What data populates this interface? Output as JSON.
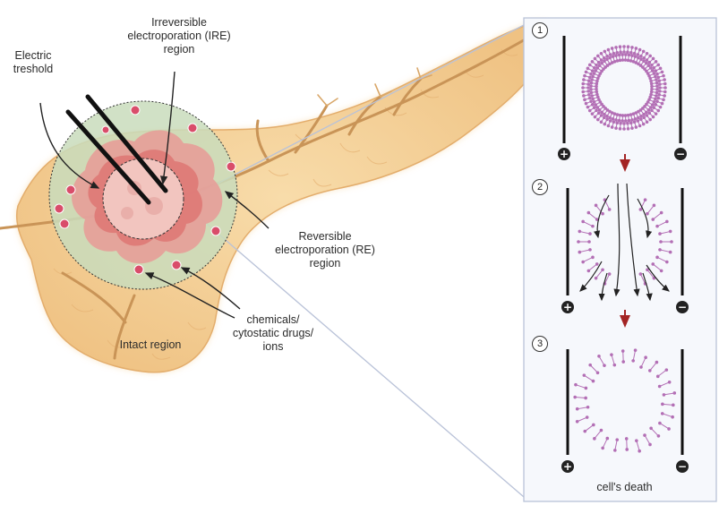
{
  "labels": {
    "electric_threshold": "Electric\ntreshold",
    "ire_region": "Irreversible\nelectroporation (IRE)\nregion",
    "re_region": "Reversible\nelectroporation (RE)\nregion",
    "chemicals": "chemicals/\ncytostatic drugs/\nions",
    "intact_region": "Intact region",
    "cell_death": "cell's death"
  },
  "steps": [
    "1",
    "2",
    "3"
  ],
  "electrodes": {
    "positive": "+",
    "negative": "−"
  },
  "colors": {
    "pancreas": "#f3cf98",
    "pancreas_edge": "#e0a862",
    "re_zone": "#c9dcbc",
    "ire_core": "#f0c4c0",
    "tumor": "#e07a78",
    "particles": "#d94d6a",
    "membrane": "#b36fb5",
    "flow_arrow": "#a32424",
    "panel_border": "#b9c2d8"
  }
}
